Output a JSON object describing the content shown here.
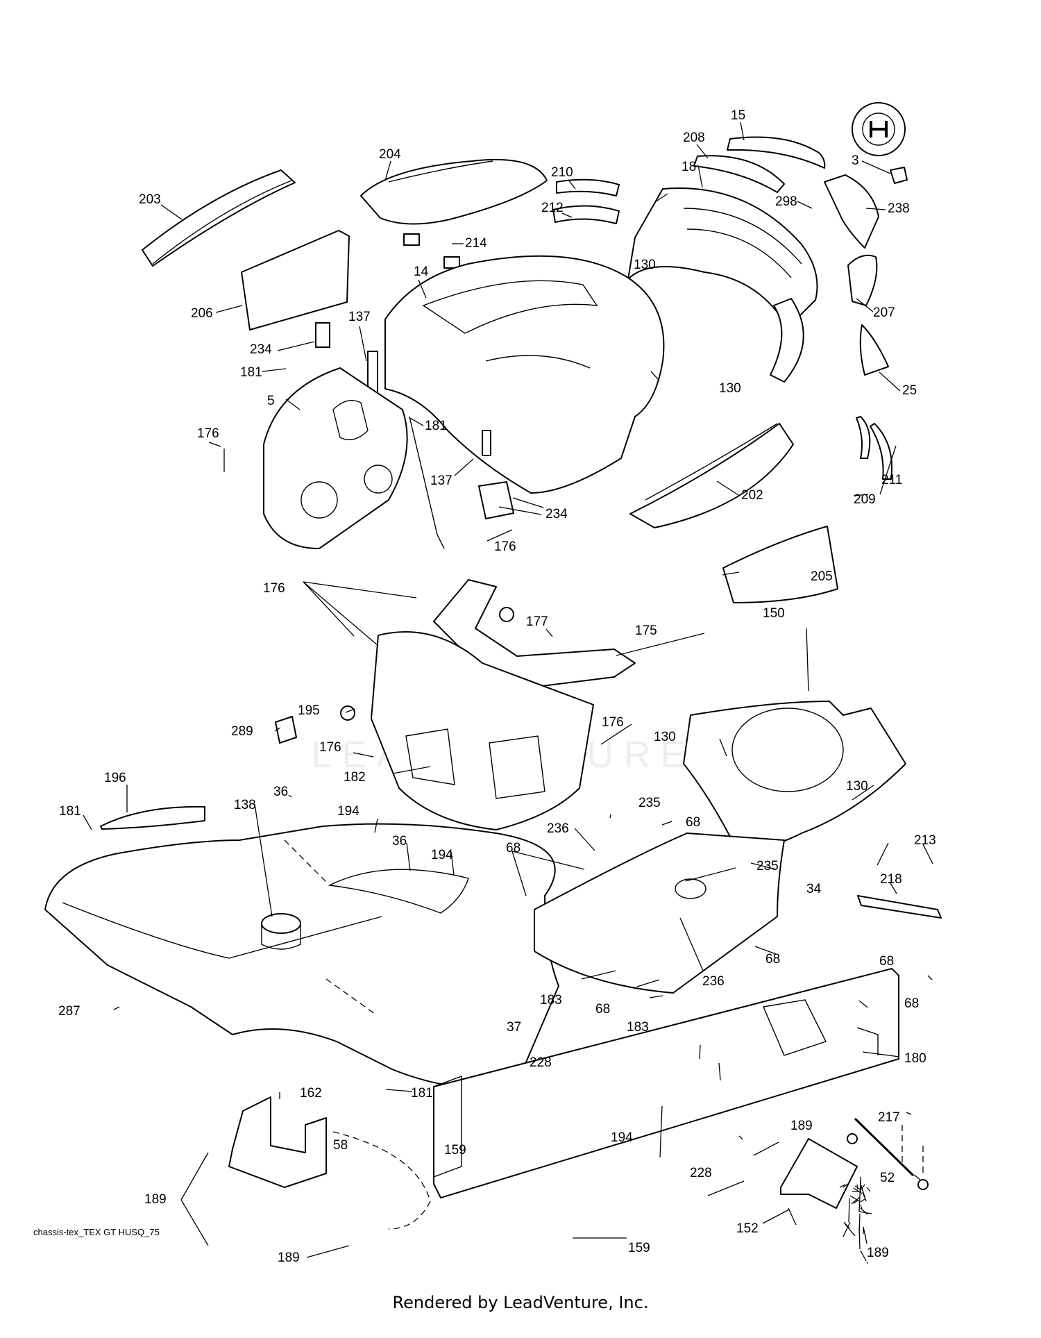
{
  "diagram_code": "chassis-tex_TEX GT HUSQ_75",
  "footer": "Rendered by LeadVenture, Inc.",
  "watermark": "LEADVENTURES",
  "parts": [
    {
      "label": "15",
      "part": "15"
    },
    {
      "label": "208",
      "part": "208"
    },
    {
      "label": "3",
      "part": "3"
    },
    {
      "label": "204",
      "part": "204"
    },
    {
      "label": "210",
      "part": "210"
    },
    {
      "label": "18",
      "part": "18"
    },
    {
      "label": "212",
      "part": "212"
    },
    {
      "label": "298",
      "part": "298"
    },
    {
      "label": "238",
      "part": "238"
    },
    {
      "label": "203",
      "part": "203"
    },
    {
      "label": "214",
      "part": "214"
    },
    {
      "label": "130",
      "part": "130"
    },
    {
      "label": "14",
      "part": "14"
    },
    {
      "label": "206",
      "part": "206"
    },
    {
      "label": "207",
      "part": "207"
    },
    {
      "label": "137",
      "part": "137"
    },
    {
      "label": "234",
      "part": "234"
    },
    {
      "label": "130",
      "part": "130"
    },
    {
      "label": "181",
      "part": "181"
    },
    {
      "label": "25",
      "part": "25"
    },
    {
      "label": "5",
      "part": "5"
    },
    {
      "label": "181",
      "part": "181"
    },
    {
      "label": "176",
      "part": "176"
    },
    {
      "label": "137",
      "part": "137"
    },
    {
      "label": "202",
      "part": "202"
    },
    {
      "label": "209",
      "part": "209"
    },
    {
      "label": "211",
      "part": "211"
    },
    {
      "label": "234",
      "part": "234"
    },
    {
      "label": "176",
      "part": "176"
    },
    {
      "label": "205",
      "part": "205"
    },
    {
      "label": "176",
      "part": "176"
    },
    {
      "label": "177",
      "part": "177"
    },
    {
      "label": "150",
      "part": "150"
    },
    {
      "label": "175",
      "part": "175"
    },
    {
      "label": "195",
      "part": "195"
    },
    {
      "label": "176",
      "part": "176"
    },
    {
      "label": "289",
      "part": "289"
    },
    {
      "label": "130",
      "part": "130"
    },
    {
      "label": "176",
      "part": "176"
    },
    {
      "label": "182",
      "part": "182"
    },
    {
      "label": "130",
      "part": "130"
    },
    {
      "label": "196",
      "part": "196"
    },
    {
      "label": "36",
      "part": "36"
    },
    {
      "label": "181",
      "part": "181"
    },
    {
      "label": "138",
      "part": "138"
    },
    {
      "label": "194",
      "part": "194"
    },
    {
      "label": "235",
      "part": "235"
    },
    {
      "label": "68",
      "part": "68"
    },
    {
      "label": "36",
      "part": "36"
    },
    {
      "label": "236",
      "part": "236"
    },
    {
      "label": "194",
      "part": "194"
    },
    {
      "label": "68",
      "part": "68"
    },
    {
      "label": "213",
      "part": "213"
    },
    {
      "label": "235",
      "part": "235"
    },
    {
      "label": "218",
      "part": "218"
    },
    {
      "label": "34",
      "part": "34"
    },
    {
      "label": "68",
      "part": "68"
    },
    {
      "label": "68",
      "part": "68"
    },
    {
      "label": "236",
      "part": "236"
    },
    {
      "label": "183",
      "part": "183"
    },
    {
      "label": "68",
      "part": "68"
    },
    {
      "label": "68",
      "part": "68"
    },
    {
      "label": "287",
      "part": "287"
    },
    {
      "label": "37",
      "part": "37"
    },
    {
      "label": "183",
      "part": "183"
    },
    {
      "label": "228",
      "part": "228"
    },
    {
      "label": "180",
      "part": "180"
    },
    {
      "label": "162",
      "part": "162"
    },
    {
      "label": "181",
      "part": "181"
    },
    {
      "label": "194",
      "part": "194"
    },
    {
      "label": "189",
      "part": "189"
    },
    {
      "label": "217",
      "part": "217"
    },
    {
      "label": "58",
      "part": "58"
    },
    {
      "label": "159",
      "part": "159"
    },
    {
      "label": "52",
      "part": "52"
    },
    {
      "label": "228",
      "part": "228"
    },
    {
      "label": "189",
      "part": "189"
    },
    {
      "label": "152",
      "part": "152"
    },
    {
      "label": "189",
      "part": "189"
    },
    {
      "label": "159",
      "part": "159"
    },
    {
      "label": "189",
      "part": "189"
    }
  ]
}
